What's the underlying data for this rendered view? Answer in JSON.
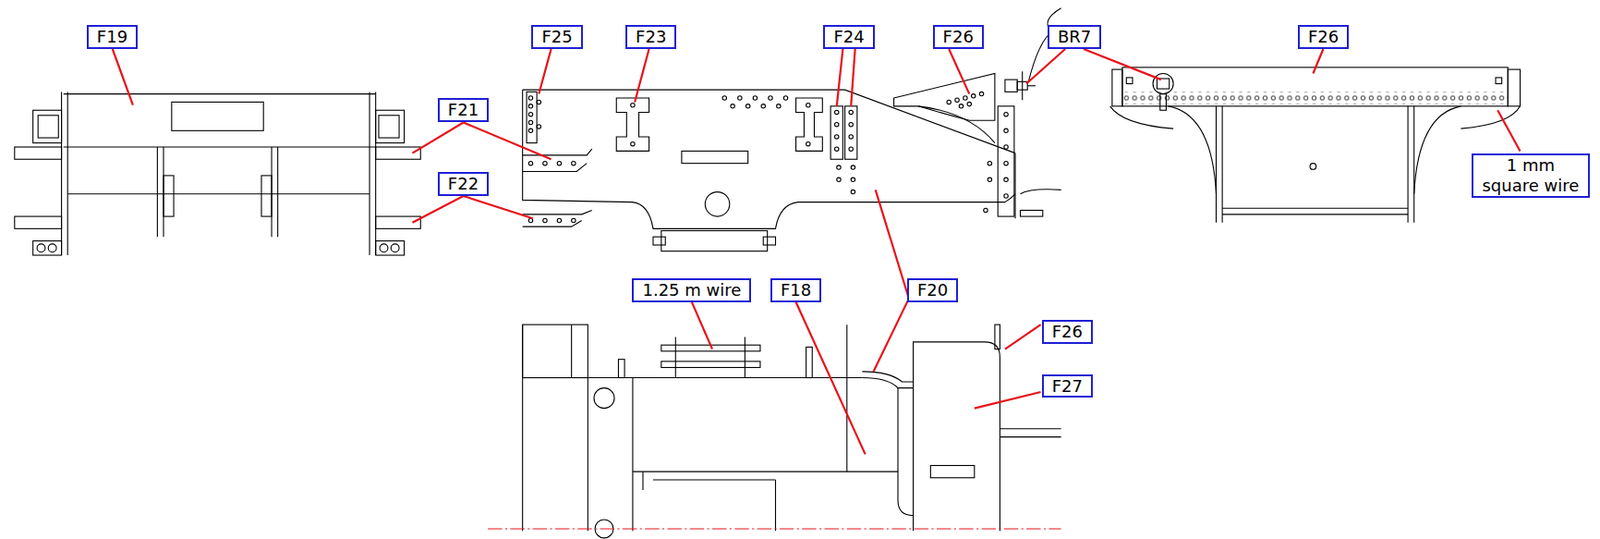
{
  "diagram": {
    "nodes": [
      {
        "text": [
          "F19"
        ]
      },
      {
        "text": [
          "F25"
        ]
      },
      {
        "text": [
          "F23"
        ]
      },
      {
        "text": [
          "F24"
        ]
      },
      {
        "text": [
          "F26"
        ]
      },
      {
        "text": [
          "BR7"
        ]
      },
      {
        "text": [
          "F26"
        ]
      },
      {
        "text": [
          "F21"
        ]
      },
      {
        "text": [
          "F22"
        ]
      },
      {
        "text": [
          "1 mm square wire"
        ]
      },
      {
        "text": [
          "1.25 m wire"
        ]
      },
      {
        "text": [
          "F18"
        ]
      },
      {
        "text": [
          "F20"
        ]
      },
      {
        "text": [
          "F26"
        ]
      },
      {
        "text": [
          "F27"
        ]
      }
    ]
  }
}
